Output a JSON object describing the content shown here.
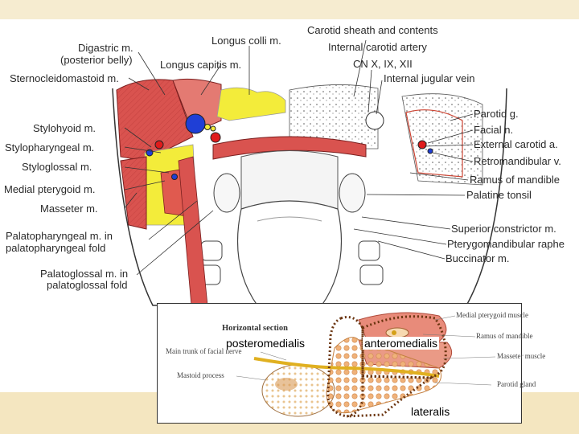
{
  "left_labels": [
    "Digastric m.",
    "(posterior belly)",
    "Sternocleidomastoid m.",
    "Stylohyoid m.",
    "Stylopharyngeal m.",
    "Styloglossal m.",
    "Medial pterygoid m.",
    "Masseter m.",
    "Palatopharyngeal m. in",
    "palatopharyngeal fold",
    "Palatoglossal m. in",
    "palatoglossal fold"
  ],
  "top_labels": [
    "Longus colli m.",
    "Longus capitis m.",
    "Carotid sheath and contents",
    "Internal carotid artery",
    "CN X, IX, XII",
    "Internal jugular vein"
  ],
  "right_labels": [
    "Parotid g.",
    "Facial n.",
    "External carotid a.",
    "Retromandibular v.",
    "Ramus of mandible",
    "Palatine tonsil",
    "Superior constrictor m.",
    "Pterygomandibular raphe",
    "Buccinator m."
  ],
  "inset": {
    "title": "Horizontal section",
    "labels": {
      "medial_pterygoid": "Medial pterygoid muscle",
      "ramus": "Ramus of mandible",
      "masseter": "Masseter muscle",
      "parotid": "Parotid gland",
      "facial_nerve": "Main trunk of facial nerve",
      "mastoid": "Mastoid process"
    },
    "regions": {
      "posteromedialis": "posteromedialis",
      "anteromedialis": "anteromedialis",
      "lateralis": "lateralis"
    }
  },
  "colors": {
    "muscle": "#d9534f",
    "fascia_yellow": "#f3ec3a",
    "artery": "#e01b1b",
    "vein": "#1f3fd6",
    "parotid_inset": "#f3c18e",
    "slide_band": "#f4e6c0"
  }
}
